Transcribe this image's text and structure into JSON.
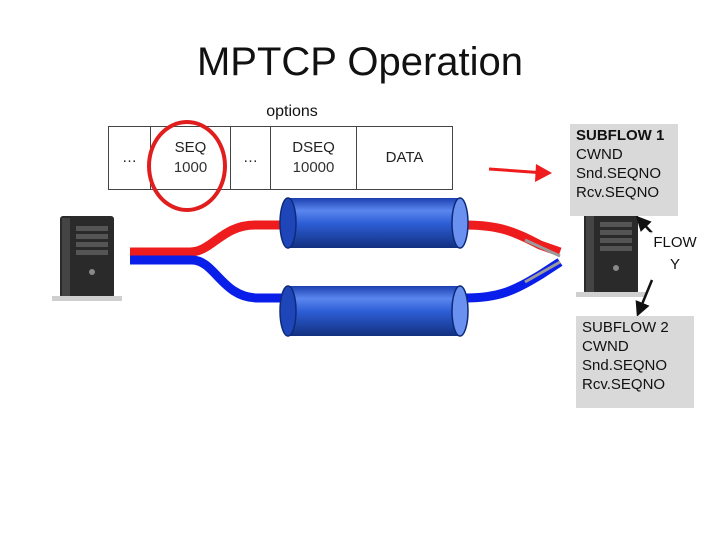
{
  "title": "MPTCP Operation",
  "options_label": "options",
  "header_fields": [
    {
      "label": "…",
      "value": ""
    },
    {
      "label": "SEQ",
      "value": "1000"
    },
    {
      "label": "…",
      "value": ""
    },
    {
      "label": "DSEQ",
      "value": "10000"
    },
    {
      "label": "DATA",
      "value": ""
    }
  ],
  "subflow1": {
    "heading": "SUBFLOW 1",
    "lines": [
      "CWND",
      "Snd.SEQNO",
      "Rcv.SEQNO"
    ]
  },
  "subflow2": {
    "heading": "SUBFLOW 2",
    "lines": [
      "CWND",
      "Snd.SEQNO",
      "Rcv.SEQNO"
    ]
  },
  "flow_label": [
    "FLOW",
    "Y"
  ],
  "colors": {
    "red_path": "#ee1c1c",
    "blue_path": "#0a1eea",
    "tube": "#2e5fd8",
    "highlight": "#e01e1e",
    "info_box": "#d9d9d9"
  },
  "icons": [
    "server-icon",
    "arrow-icon"
  ]
}
